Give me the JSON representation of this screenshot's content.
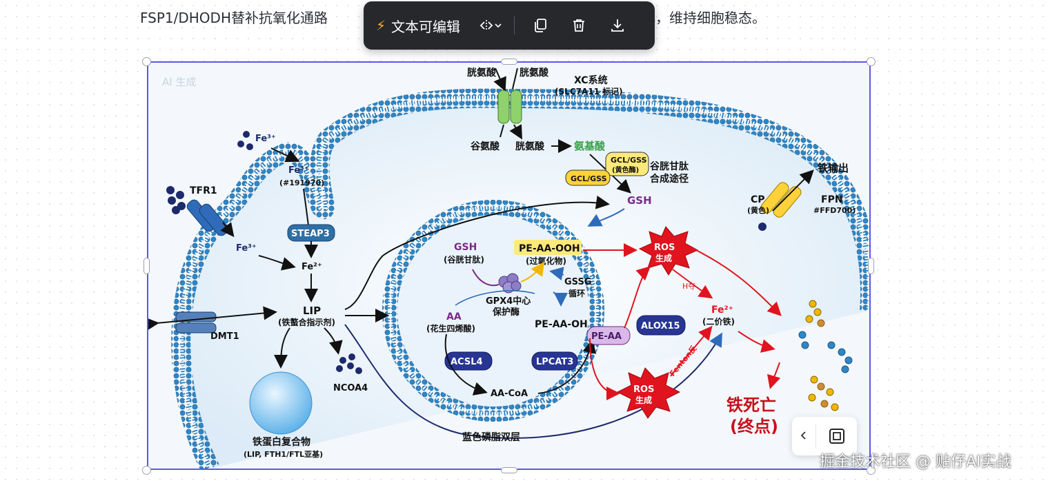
{
  "document": {
    "text_left": "FSP1/DHODH替补抗氧化通路",
    "text_right": "化，维持细胞稳态。"
  },
  "toolbar": {
    "edit_label": "文本可编辑",
    "icons": [
      "lightning-icon",
      "flip-icon",
      "chevron-down-icon",
      "copy-icon",
      "trash-icon",
      "download-icon"
    ]
  },
  "figure": {
    "ai_tag": "AI 生成",
    "labels": {
      "cystine_top1": "胱氨酸",
      "cystine_top2": "胱氨酸",
      "xc_system": "XC系统",
      "xc_sub": "(SLC7A11 标记)",
      "glutamate": "谷氨酸",
      "cystine_in": "胱氨酸",
      "amino_acid": "氨基酸",
      "gcl_gss_top": "GCL/GSS",
      "gcl_gss_top_sub": "(黄色酶)",
      "gcl_gss_left": "GCL/GSS",
      "gsh_path1": "谷胱甘肽",
      "gsh_path2": "合成途径",
      "gsh_out": "GSH",
      "iron_export": "铁输出",
      "cp": "CP",
      "cp_sub": "(黄色)",
      "fpn": "FPN",
      "fpn_sub": "#FFD700)",
      "fe3_top": "Fe³⁺",
      "fe3_mid": "Fe³⁺",
      "fe3_mid_sub": "(#191970)",
      "tfr1": "TFR1",
      "steap3": "STEAP3",
      "fe3_low": "Fe³⁺",
      "fe2": "Fe²⁺",
      "dmt1": "DMT1",
      "lip": "LIP",
      "lip_sub": "(铁螯合指示剂)",
      "ncoa4": "NCOA4",
      "ferritin": "铁蛋白复合物",
      "ferritin_sub": "(LIP, FTH1/FTL亚基)",
      "gsh_in": "GSH",
      "gsh_in_sub": "(谷胱甘肽)",
      "pe_aa_ooh": "PE-AA-OOH",
      "pe_aa_ooh_sub": "(过氧化物)",
      "gssg": "GSSG",
      "gssg_sub": "循环",
      "gpx4": "GPX4中心",
      "gpx4_sub": "保护酶",
      "aa": "AA",
      "aa_sub": "(花生四烯酸)",
      "pe_aa_oh": "PE-AA-OH",
      "acsl4": "ACSL4",
      "lpcat3": "LPCAT3",
      "aa_coa": "AA-CoA",
      "pe_aa": "PE-AA",
      "alox15": "ALOX15",
      "ros1": "ROS",
      "ros1_sub": "生成",
      "ros2": "ROS",
      "ros2_sub": "生成",
      "h_abs": "H夺",
      "fenton": "Fenton反",
      "fe2_right": "Fe²⁺",
      "fe2_right_sub": "(二价铁)",
      "ferroptosis": "铁死亡",
      "ferroptosis_sub": "(终点)",
      "bilayer": "蓝色磷脂双层"
    }
  },
  "panel": {
    "prev_icon": "chevron-left-icon",
    "fit_icon": "fit-screen-icon"
  },
  "watermark": "掘金技术社区 @ 贴仔AI实战",
  "colors": {
    "selection": "#5b57e6",
    "toolbar_bg": "#26282c",
    "membrane": "#2f86c6",
    "ros": "#e0141e",
    "accent_yellow": "#ffd23a"
  }
}
